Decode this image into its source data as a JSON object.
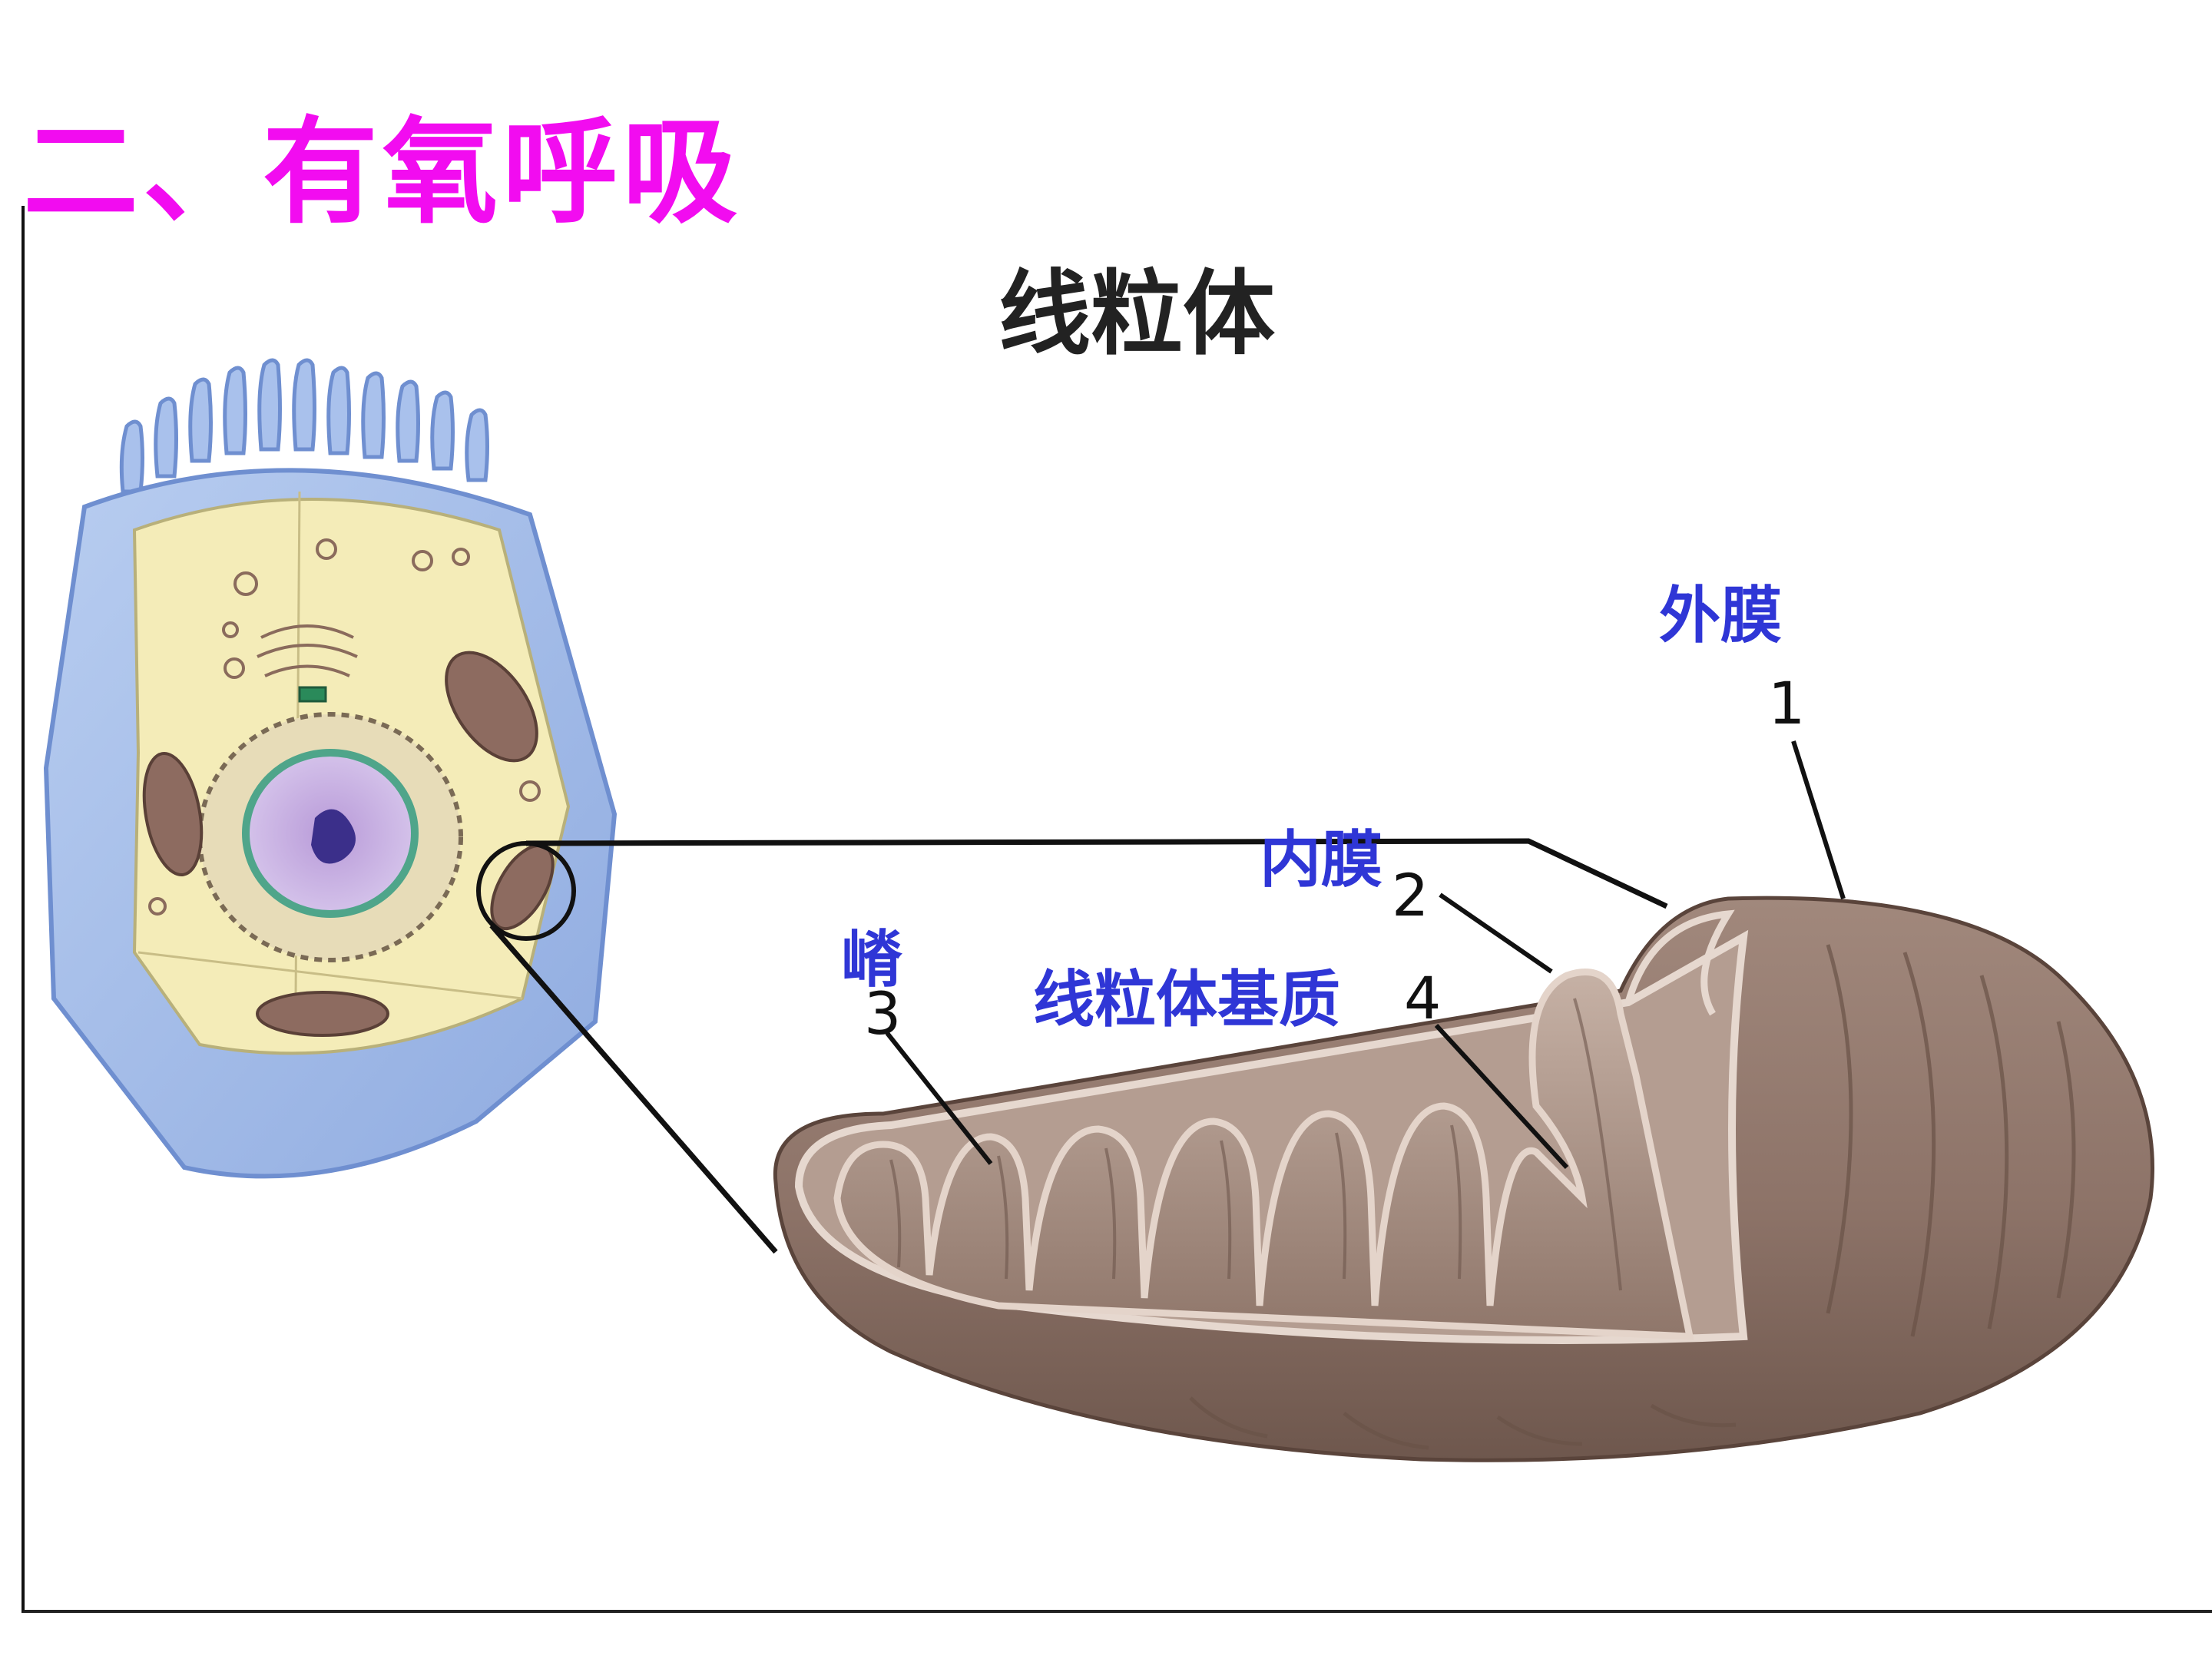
{
  "slide": {
    "title": "二、有氧呼吸"
  },
  "diagram": {
    "title": "线粒体",
    "labels": {
      "outer_membrane": "外膜",
      "inner_membrane": "内膜",
      "cristae": "嵴",
      "matrix": "线粒体基质"
    },
    "numbers": {
      "outer_membrane": "1",
      "inner_membrane": "2",
      "cristae": "3",
      "matrix": "4"
    }
  },
  "colors": {
    "title": "#f20cf0",
    "labels": "#2f36d6"
  }
}
